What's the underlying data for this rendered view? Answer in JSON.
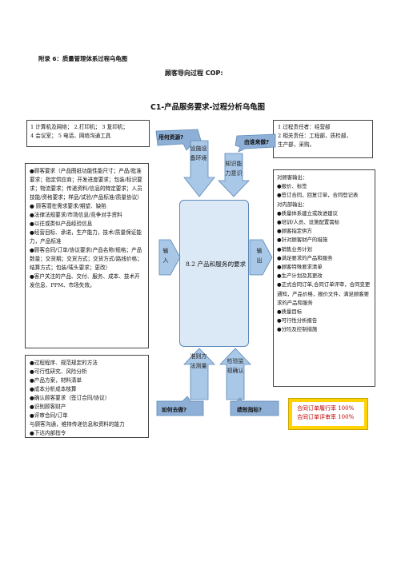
{
  "header": {
    "appendix_title": "附录 6：质量管理体系过程乌龟图",
    "process_title": "顾客导向过程 COP:",
    "diagram_title": "C1-产品服务要求-过程分析乌龟图"
  },
  "center": {
    "label": "8.2 产品和服务的要求"
  },
  "top_left_box": {
    "lines": [
      "1 计算机及网络；     2.打印机；    3 复印机；",
      "4  会议室；      5  电话，网络沟通工具"
    ]
  },
  "top_right_box": {
    "lines": [
      "1 过程责任者：经营部",
      "2 相关责任：工程部，质检部，",
      "生产部，采购。"
    ]
  },
  "callouts": {
    "with_what": "用何资源?",
    "by_whom": "由谁来做?",
    "how": "如何去做?",
    "performance": "绩效指标?"
  },
  "arrow_labels": {
    "equipment": "设施设备环境",
    "knowledge": "知识能力意识",
    "input": "输入",
    "output": "输出",
    "criteria": "准则方法测量",
    "check": "检验监视确认"
  },
  "input_box": {
    "items": [
      "●顾客要求（产品图纸功能性能尺寸；产品/批准要求；指定供应商；开发进度要求；包装/标识要求；物流要求；传递资料/信息的特定要求；人员技能/资格要求；样品/试验/产品标准/质量协议）",
      "●  顾客潜在需求要求/期望、缺陷",
      "●法律法规要求/市场信息/竞争对手资料",
      "●以往或类似产品经验信息",
      "●经营目标、承诺，生产能力，技术/质量保证能力，产品标准",
      "●顾客合同/订单/协议要求(产品名称/规格；产品数量；交货期；交货方式；交货方式/路线价格；结算方式；包装/唛头要求；更改）",
      "●客户关注的产品、交付、服务、成本、技术开发信息、PPM、市场失效。"
    ]
  },
  "output_box": {
    "items": [
      "对顾客输出：",
      "●报价、标签",
      "●签订合同，回复订单，合同登记表",
      "对内部输出：",
      "●质量体系建立或改进建议",
      "●培训/人员、设施配置需标",
      "●顾客指定供方",
      "●针对顾客财产的措施",
      "●销售业务计划",
      "●满足要求的产品和服务",
      "●顾客特殊要求清单",
      "●生产计划及其更改",
      "●正式合同订单,合同订单评审，合同变更通知，产品价格，报价文件，满足顾客要求的产品和服务",
      "●质量目标",
      "●可行性分析报告",
      "●分险及控制措施"
    ]
  },
  "method_box": {
    "items": [
      "●过程程序、规范规定的方法",
      "●可行性研究、风险分析",
      "●产品方案，材料清单",
      "●成本分析成本核算",
      "●确认顾客要求（签订合同/协议）",
      "●识别顾客财产",
      "●评审合同/订单",
      "与顾客沟通，维持传递信息和资料的能力",
      "●下达内部指令"
    ]
  },
  "metrics_box": {
    "lines": [
      "合同订单履行率 100%",
      "合同订单评审率 100%"
    ]
  },
  "colors": {
    "arrow_fill": "#a9c7e6",
    "arrow_stroke": "#5a87b8",
    "center_fill": "#dbe9f7",
    "callout_fill": "#8fb0d6",
    "metrics_fill": "#ffd200",
    "metrics_text": "#c00000"
  }
}
